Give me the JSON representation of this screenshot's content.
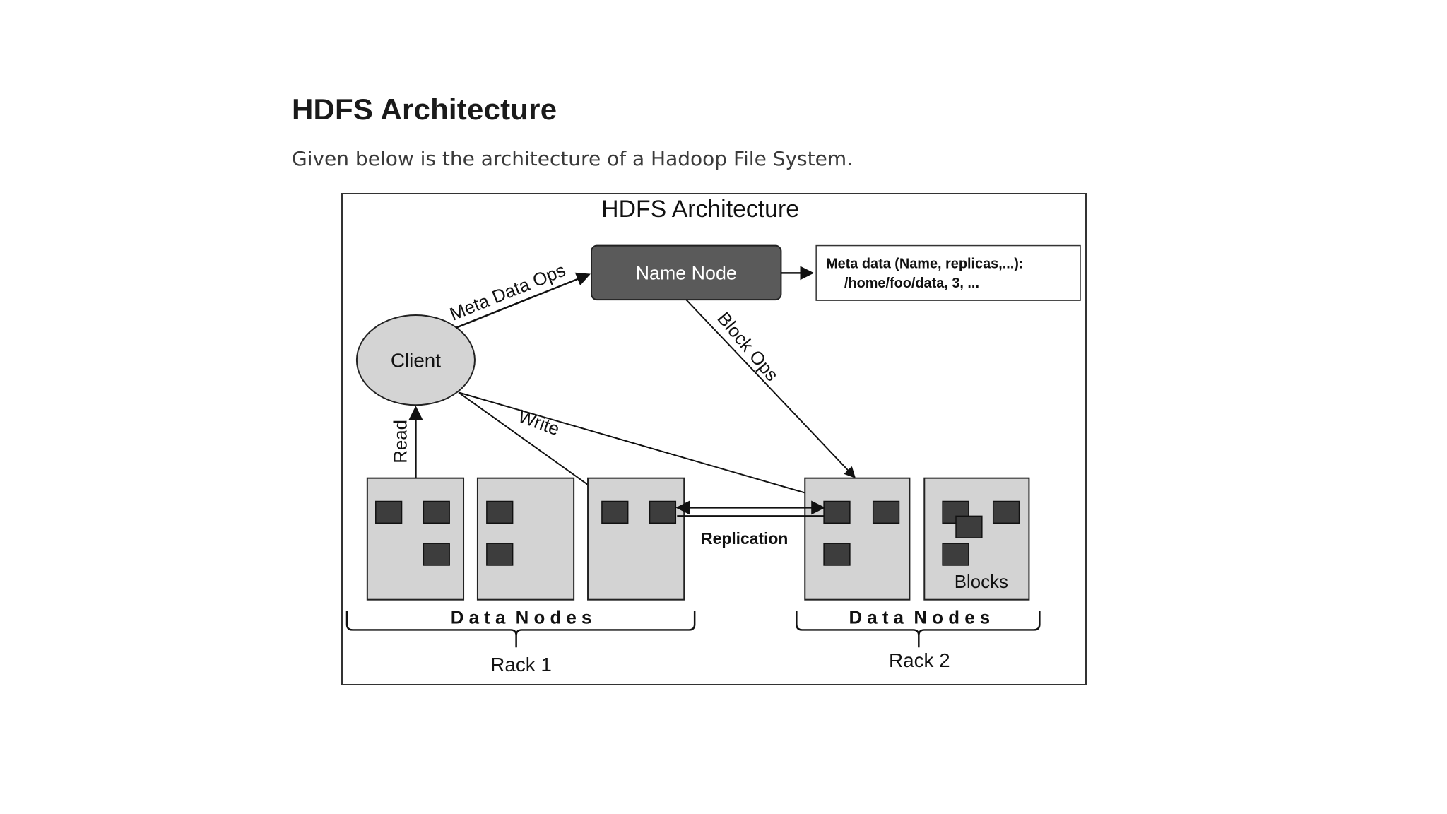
{
  "page": {
    "heading": "HDFS Architecture",
    "intro": "Given below is the architecture of a Hadoop File System."
  },
  "diagram": {
    "title": "HDFS Architecture",
    "name_node": "Name Node",
    "client": "Client",
    "metadata": {
      "line1": "Meta data (Name, replicas,...):",
      "line2": "/home/foo/data,  3, ..."
    },
    "edge_labels": {
      "meta_data_ops": "Meta Data Ops",
      "block_ops": "Block Ops",
      "read": "Read",
      "write": "Write",
      "replication": "Replication"
    },
    "blocks_label": "Blocks",
    "rack1": {
      "nodes_label": "D a t a  N o d e s",
      "name": "Rack 1"
    },
    "rack2": {
      "nodes_label": "D a t a  N o d e s",
      "name": "Rack 2"
    },
    "colors": {
      "name_node_fill": "#5a5a5a",
      "client_fill": "#d4d4d4",
      "datanode_fill": "#d3d3d3",
      "block_fill": "#3d3d3d",
      "line": "#111111"
    }
  }
}
